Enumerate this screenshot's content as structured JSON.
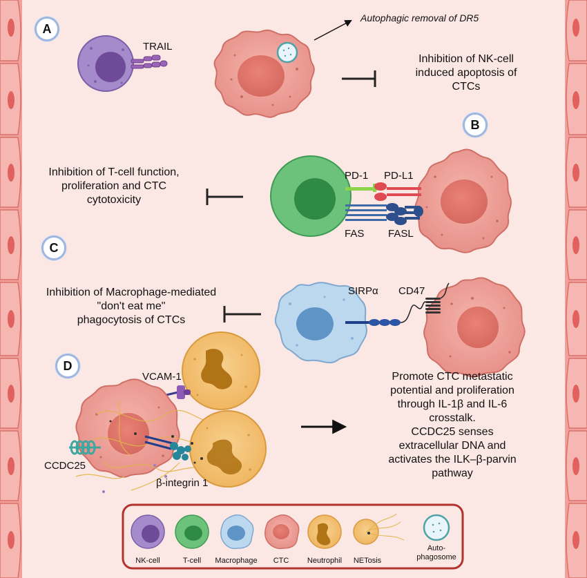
{
  "panels": {
    "a": {
      "badge": "A",
      "trail": "TRAIL",
      "autophagy": "Autophagic removal of DR5",
      "outcome": "Inhibition of NK-cell induced apoptosis of CTCs",
      "outcome_lines": [
        "Inhibition of NK-cell",
        "induced apoptosis of",
        "CTCs"
      ]
    },
    "b": {
      "badge": "B",
      "outcome_lines": [
        "Inhibition of T-cell function,",
        "proliferation and CTC",
        "cytotoxicity"
      ],
      "pd1": "PD-1",
      "pdl1": "PD-L1",
      "fas": "FAS",
      "fasl": "FASL"
    },
    "c": {
      "badge": "C",
      "outcome_lines": [
        "Inhibition of Macrophage-mediated",
        "\"don't eat me\"",
        "phagocytosis of CTCs"
      ],
      "sirpa": "SIRPα",
      "cd47": "CD47"
    },
    "d": {
      "badge": "D",
      "vcam": "VCAM-1",
      "ccdc25": "CCDC25",
      "integrin": "β-integrin 1",
      "outcome_lines": [
        "Promote CTC metastatic",
        "potential and  proliferation",
        "through IL-1β and IL-6",
        "crosstalk.",
        "CCDC25 senses",
        "extracellular DNA and",
        "activates the ILK–β-parvin",
        "pathway"
      ]
    }
  },
  "legend": {
    "items": [
      "NK-cell",
      "T-cell",
      "Macrophage",
      "CTC",
      "Neutrophil",
      "NETosis",
      "Auto-\nphagosome"
    ],
    "autophagosome_lines": [
      "Auto-",
      "phagosome"
    ]
  },
  "colors": {
    "background": "#fbe7e3",
    "endothelium": "#f4a8a4",
    "nk_cell": "#a58bcc",
    "t_cell": "#5cb86a",
    "macrophage": "#bcd8ef",
    "ctc": "#ec9a93",
    "neutrophil": "#f3c174",
    "legend_border": "#b2332e"
  }
}
